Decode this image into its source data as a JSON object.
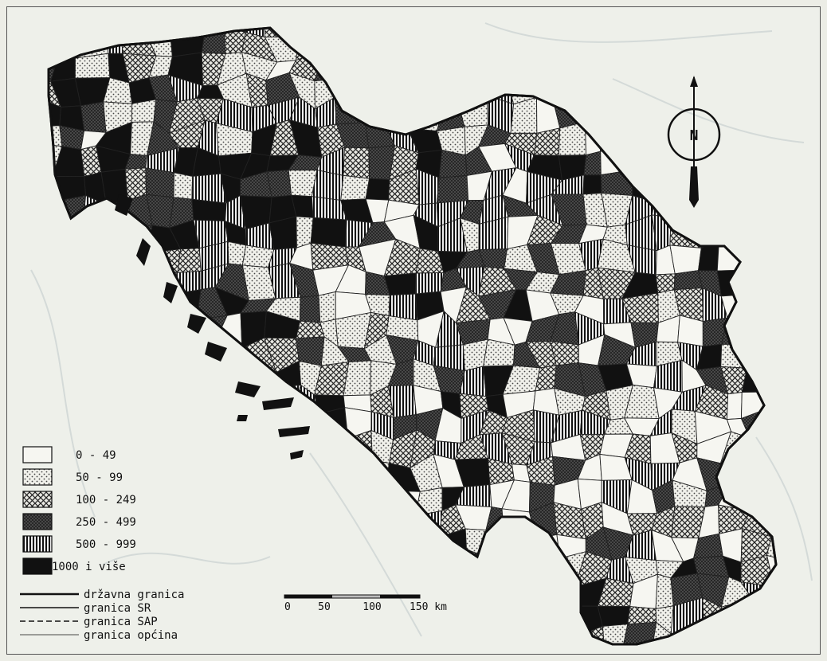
{
  "legend": {
    "classes": [
      {
        "label": "0 - 49",
        "pattern": "blank-pattern"
      },
      {
        "label": "50 - 99",
        "pattern": "dotted-pattern"
      },
      {
        "label": "100 - 249",
        "pattern": "crosshatch-pattern"
      },
      {
        "label": "250 - 499",
        "pattern": "dense-hatch-pattern"
      },
      {
        "label": "500 - 999",
        "pattern": "vertical-stripe-pattern"
      },
      {
        "label": "1000 i više",
        "pattern": "solid-black-pattern"
      }
    ],
    "lines": [
      {
        "label": "državna granica",
        "style": "solid-thick"
      },
      {
        "label": "granica SR",
        "style": "solid-thin"
      },
      {
        "label": "granica SAP",
        "style": "dashed"
      },
      {
        "label": "granica općina",
        "style": "hairline"
      }
    ]
  },
  "scale": {
    "ticks": [
      "0",
      "50",
      "100",
      "150 km"
    ]
  },
  "north_arrow": {
    "label": "N",
    "icon": "north-arrow-icon"
  },
  "colors": {
    "ink": "#111111",
    "paper": "#eef0ea",
    "mid_gray": "#6e6e6e",
    "faint_background": "#dfe3e1"
  }
}
